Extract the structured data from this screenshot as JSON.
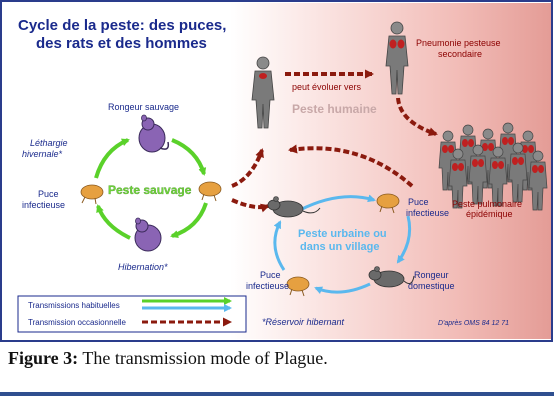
{
  "diagram": {
    "title_line1": "Cycle de la peste: des puces,",
    "title_line2": "des rats et des hommes",
    "sylvatic_cycle_label": "Peste sauvage",
    "wild_rodent_label": "Rongeur sauvage",
    "lethargy_line1": "Léthargie",
    "lethargy_line2": "hivernale*",
    "hibernation_label": "Hibernation*",
    "flea_left_line1": "Puce",
    "flea_left_line2": "infectieuse",
    "can_evolve_label": "peut évoluer vers",
    "human_plague_label": "Peste humaine",
    "secondary_pneumonia_line1": "Pneumonie pesteuse",
    "secondary_pneumonia_line2": "secondaire",
    "epidemic_pneumonic_line1": "Peste pulmonaire",
    "epidemic_pneumonic_line2": "épidémique",
    "flea_right_line1": "Puce",
    "flea_right_line2": "infectieuse",
    "urban_cycle_line1": "Peste urbaine ou",
    "urban_cycle_line2": "dans un village",
    "domestic_rodent_line1": "Rongeur",
    "domestic_rodent_line2": "domestique",
    "flea_bottom_line1": "Puce",
    "flea_bottom_line2": "infectieuse",
    "legend_usual": "Transmissions habituelles",
    "legend_occasional": "Transmission occasionnelle",
    "reservoir_note": "*Réservoir hibernant",
    "source_note": "D'après OMS 84 12 71",
    "colors": {
      "title_blue": "#1a2a8c",
      "green_arrow": "#5ad12a",
      "blue_arrow": "#5ab8ee",
      "red_arrow": "#8b1a0e",
      "rodent_purple": "#8a64b4",
      "flea_orange": "#e6a040",
      "human_gray": "#7a7a7a",
      "label_navy": "#1a2a8c",
      "label_red": "#8b0000",
      "pink_bg": "#f5c8c4"
    }
  },
  "caption": {
    "label": "Figure 3:",
    "text": " The transmission mode of Plague."
  }
}
